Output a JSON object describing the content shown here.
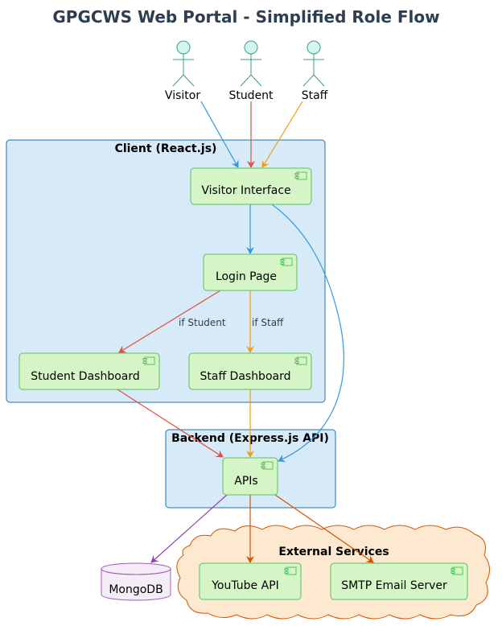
{
  "title": "GPGCWS Web Portal - Simplified Role Flow",
  "actors": {
    "visitor": "Visitor",
    "student": "Student",
    "staff": "Staff"
  },
  "groups": {
    "client": "Client (React.js)",
    "backend": "Backend (Express.js API)",
    "external": "External Services"
  },
  "components": {
    "visitor_interface": "Visitor Interface",
    "login_page": "Login Page",
    "student_dashboard": "Student Dashboard",
    "staff_dashboard": "Staff Dashboard",
    "apis": "APIs",
    "youtube_api": "YouTube API",
    "smtp_server": "SMTP Email Server"
  },
  "database": "MongoDB",
  "edge_labels": {
    "if_student": "if Student",
    "if_staff": "if Staff"
  },
  "colors": {
    "title": "#2d3e50",
    "group_fill": "#d6eaf8",
    "group_stroke": "#2471a3",
    "component_fill": "#d5f5c6",
    "component_stroke": "#58c060",
    "actor_fill": "#d4f6f0",
    "actor_stroke": "#3aa07a",
    "cloud_fill": "#fde9cf",
    "cloud_stroke": "#d35400",
    "db_fill": "#f4ecf7",
    "db_stroke": "#a35bb5",
    "blue": "#3498db",
    "red": "#e74c3c",
    "orange": "#f39c12",
    "dark_orange": "#d35400",
    "purple": "#8e44ad"
  }
}
